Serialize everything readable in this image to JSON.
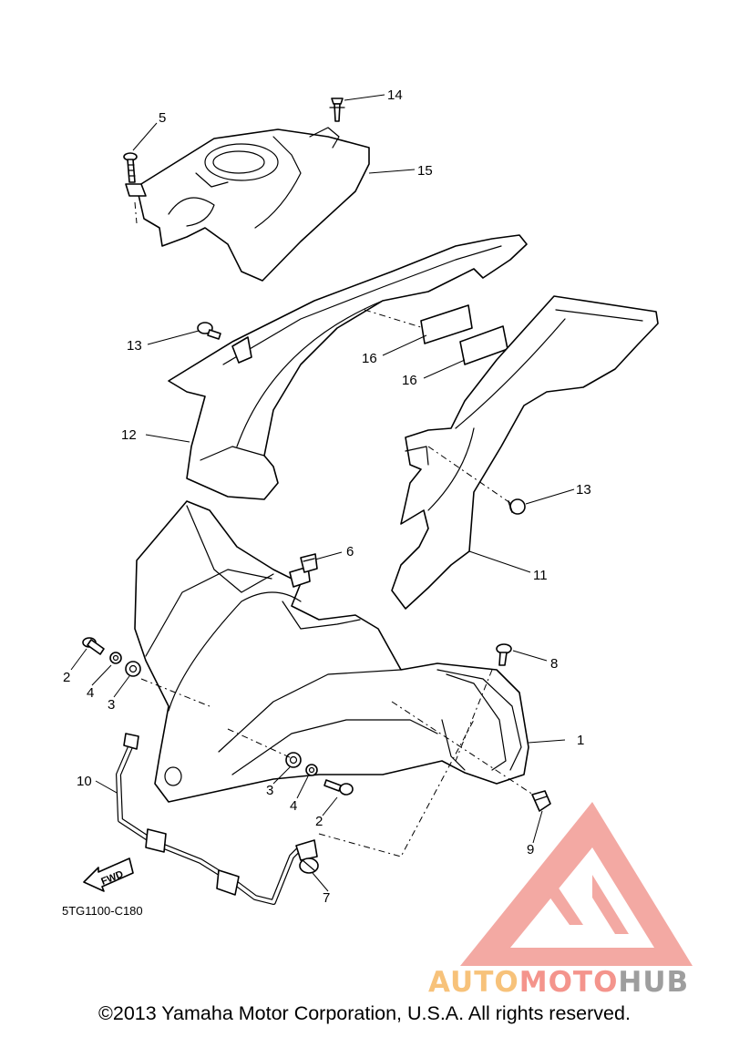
{
  "callouts": [
    {
      "label": "1"
    },
    {
      "label": "2"
    },
    {
      "label": "2"
    },
    {
      "label": "3"
    },
    {
      "label": "3"
    },
    {
      "label": "4"
    },
    {
      "label": "4"
    },
    {
      "label": "5"
    },
    {
      "label": "6"
    },
    {
      "label": "7"
    },
    {
      "label": "8"
    },
    {
      "label": "9"
    },
    {
      "label": "10"
    },
    {
      "label": "11"
    },
    {
      "label": "12"
    },
    {
      "label": "13"
    },
    {
      "label": "13"
    },
    {
      "label": "14"
    },
    {
      "label": "15"
    },
    {
      "label": "16"
    },
    {
      "label": "16"
    }
  ],
  "fwd_label": "FWD",
  "diagram_code": "5TG1100-C180",
  "watermark": {
    "parts": [
      "AUTO",
      "MOTO",
      "HUB"
    ],
    "colors": {
      "auto": "#f7c27a",
      "moto": "#f4948c",
      "hub": "#9e9e9e",
      "logo": "#f19b94"
    }
  },
  "copyright": "©2013 Yamaha Motor Corporation, U.S.A. All rights reserved."
}
